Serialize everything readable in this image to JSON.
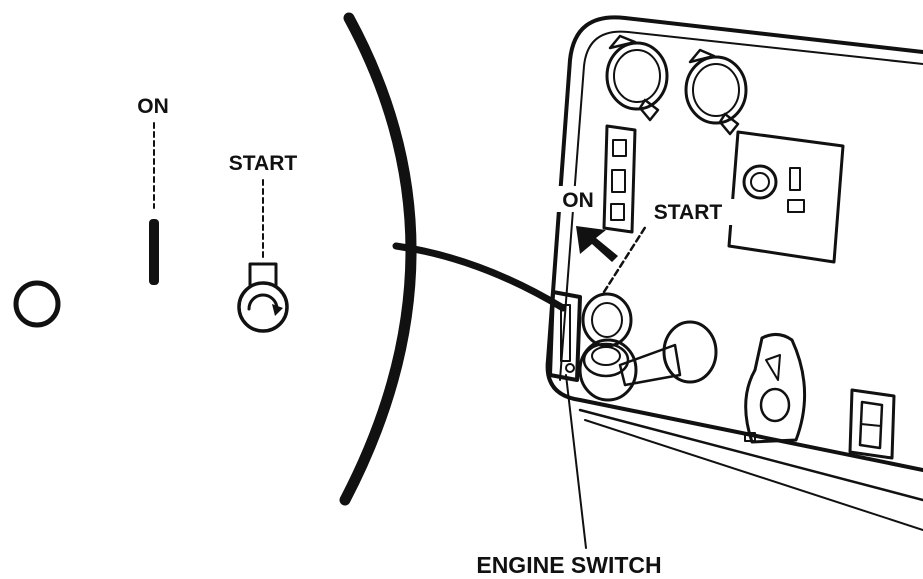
{
  "labels": {
    "on_left": "ON",
    "start_left": "START",
    "on_panel": "ON",
    "start_panel": "START",
    "engine_switch": "ENGINE SWITCH"
  },
  "colors": {
    "ink": "#111111",
    "paper": "#ffffff"
  }
}
